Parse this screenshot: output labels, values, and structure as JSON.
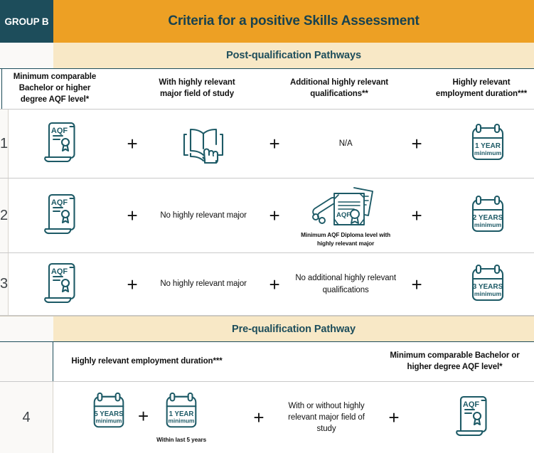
{
  "header": {
    "group_label": "GROUP B",
    "title": "Criteria for a positive Skills Assessment",
    "badge_color": "#1d4d5b",
    "title_bg_color": "#eda024",
    "title_text_color": "#18424f"
  },
  "sections": {
    "post": {
      "label": "Post-qualification Pathways",
      "bg_color": "#f8e8c6",
      "text_color": "#1d4d5b"
    },
    "pre": {
      "label": "Pre-qualification Pathway",
      "bg_color": "#f8e8c6",
      "text_color": "#1d4d5b"
    }
  },
  "post_columns": [
    {
      "label": "Minimum comparable Bachelor or higher degree AQF level*"
    },
    {
      "label": "With highly relevant major field of study"
    },
    {
      "label": "Additional highly relevant qualifications**"
    },
    {
      "label": "Highly relevant employment duration***"
    }
  ],
  "pre_columns": [
    {
      "label": "Highly relevant employment duration***"
    },
    {
      "label": "Minimum comparable Bachelor or higher degree AQF level*"
    }
  ],
  "operator": "+",
  "rows": [
    {
      "number": "1",
      "cells": [
        {
          "type": "icon",
          "icon": "aqf-scroll-icon",
          "label": "AQF"
        },
        {
          "type": "icon",
          "icon": "open-book-hand-icon"
        },
        {
          "type": "text",
          "text": "N/A"
        },
        {
          "type": "calendar",
          "icon": "calendar-icon",
          "line1": "1 YEAR",
          "line2": "minimum"
        }
      ]
    },
    {
      "number": "2",
      "cells": [
        {
          "type": "icon",
          "icon": "aqf-scroll-icon",
          "label": "AQF"
        },
        {
          "type": "text",
          "text": "No highly relevant major"
        },
        {
          "type": "icon",
          "icon": "diploma-certificates-icon",
          "label": "AQF",
          "caption": "Minimum AQF Diploma level with highly relevant major"
        },
        {
          "type": "calendar",
          "icon": "calendar-icon",
          "line1": "2 YEARS",
          "line2": "minimum"
        }
      ]
    },
    {
      "number": "3",
      "cells": [
        {
          "type": "icon",
          "icon": "aqf-scroll-icon",
          "label": "AQF"
        },
        {
          "type": "text",
          "text": "No highly relevant major"
        },
        {
          "type": "text",
          "text": "No additional highly relevant qualifications"
        },
        {
          "type": "calendar",
          "icon": "calendar-icon",
          "line1": "3 YEARS",
          "line2": "minimum"
        }
      ]
    },
    {
      "number": "4",
      "cells": [
        {
          "type": "calendar-pair",
          "first": {
            "line1": "5 YEARS",
            "line2": "minimum"
          },
          "second": {
            "line1": "1 YEAR",
            "line2": "minimum",
            "caption": "Within last 5 years"
          }
        },
        {
          "type": "text",
          "text": "With or without highly relevant major field of study"
        },
        {
          "type": "icon",
          "icon": "aqf-scroll-icon",
          "label": "AQF"
        }
      ]
    }
  ],
  "palette": {
    "icon_stroke": "#1d5a66",
    "icon_fill": "#ffffff",
    "number_col_bg": "#faf9f7",
    "body_text": "#111111",
    "rule": "#c9c9c9"
  }
}
